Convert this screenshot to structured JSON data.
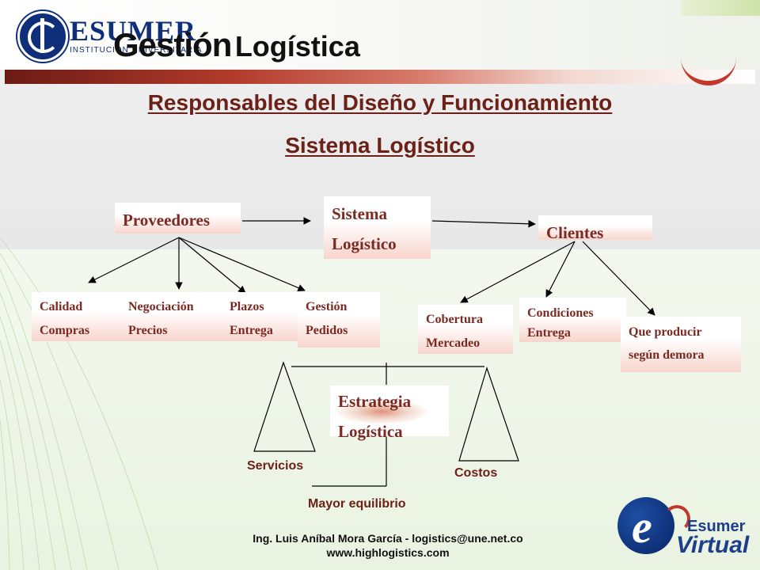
{
  "header": {
    "title_part1": "Gestión",
    "title_part2": "Logística",
    "logo_word": "ESUMER",
    "logo_sub": "INSTITUCIÓN UNIVERSITARIA"
  },
  "subtitle": {
    "line1": "Responsables del Diseño y Funcionamiento",
    "line2": "Sistema Logístico"
  },
  "diagram": {
    "proveedores": "Proveedores",
    "sistema": {
      "line1": "Sistema",
      "line2": "Logístico"
    },
    "clientes": "Clientes",
    "proveedores_children": [
      {
        "line1": "Calidad",
        "line2": "Compras"
      },
      {
        "line1": "Negociación",
        "line2": "Precios"
      },
      {
        "line1": "Plazos",
        "line2": "Entrega"
      },
      {
        "line1": "Gestión",
        "line2": "Pedidos"
      }
    ],
    "clientes_children": [
      {
        "line1": "Cobertura",
        "line2": "Mercadeo"
      },
      {
        "line1": "Condiciones",
        "line2": "Entrega"
      },
      {
        "line1": "Que producir",
        "line2": "según demora"
      }
    ],
    "estrategia": {
      "line1": "Estrategia",
      "line2": "Logística"
    },
    "servicios": "Servicios",
    "costos": "Costos",
    "equilibrio": "Mayor equilibrio"
  },
  "footer": {
    "line1": "Ing.  Luis Aníbal Mora García - logistics@une.net.co",
    "line2": "www.highlogistics.com"
  },
  "brand": {
    "esumer": "Esumer",
    "virtual": "Virtual",
    "letter": "e"
  },
  "colors": {
    "accent": "#6b2018",
    "box_text": "#7a2a22",
    "brand_blue": "#0f2f7a"
  }
}
